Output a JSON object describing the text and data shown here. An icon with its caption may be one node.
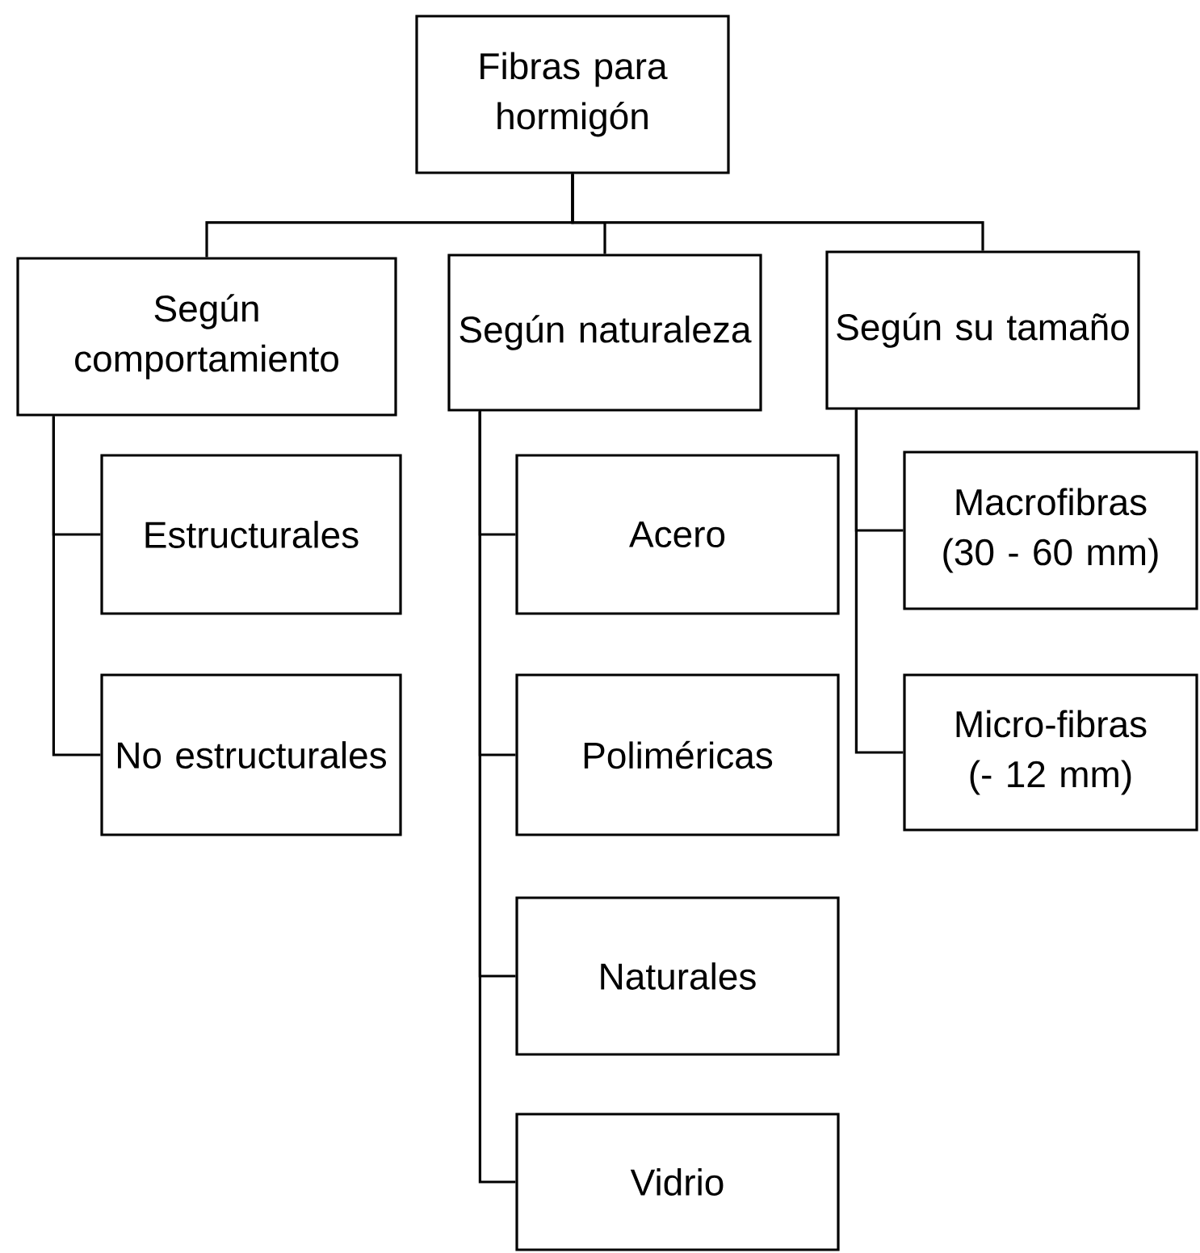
{
  "diagram": {
    "nodes": [
      {
        "text": [
          "Fibras para hormigón"
        ]
      },
      {
        "text": [
          "Según comportamiento"
        ]
      },
      {
        "text": [
          "Según naturaleza"
        ]
      },
      {
        "text": [
          "Según su tamaño"
        ]
      },
      {
        "text": [
          "Estructurales"
        ]
      },
      {
        "text": [
          "No estructurales"
        ]
      },
      {
        "text": [
          "Acero"
        ]
      },
      {
        "text": [
          "Poliméricas"
        ]
      },
      {
        "text": [
          "Naturales"
        ]
      },
      {
        "text": [
          "Vidrio"
        ]
      },
      {
        "text": [
          "Macrofibras (30 - 60 mm)"
        ]
      },
      {
        "text": [
          "Micro-fibras (- 12 mm)"
        ]
      }
    ],
    "edges": [
      {
        "from": 0,
        "to": 1,
        "arrow": "none"
      },
      {
        "from": 0,
        "to": 2,
        "arrow": "none"
      },
      {
        "from": 0,
        "to": 3,
        "arrow": "none"
      },
      {
        "from": 1,
        "to": 4,
        "arrow": "none"
      },
      {
        "from": 1,
        "to": 5,
        "arrow": "none"
      },
      {
        "from": 2,
        "to": 6,
        "arrow": "none"
      },
      {
        "from": 2,
        "to": 7,
        "arrow": "none"
      },
      {
        "from": 2,
        "to": 8,
        "arrow": "none"
      },
      {
        "from": 2,
        "to": 9,
        "arrow": "none"
      },
      {
        "from": 3,
        "to": 10,
        "arrow": "none"
      },
      {
        "from": 3,
        "to": 11,
        "arrow": "none"
      }
    ]
  }
}
